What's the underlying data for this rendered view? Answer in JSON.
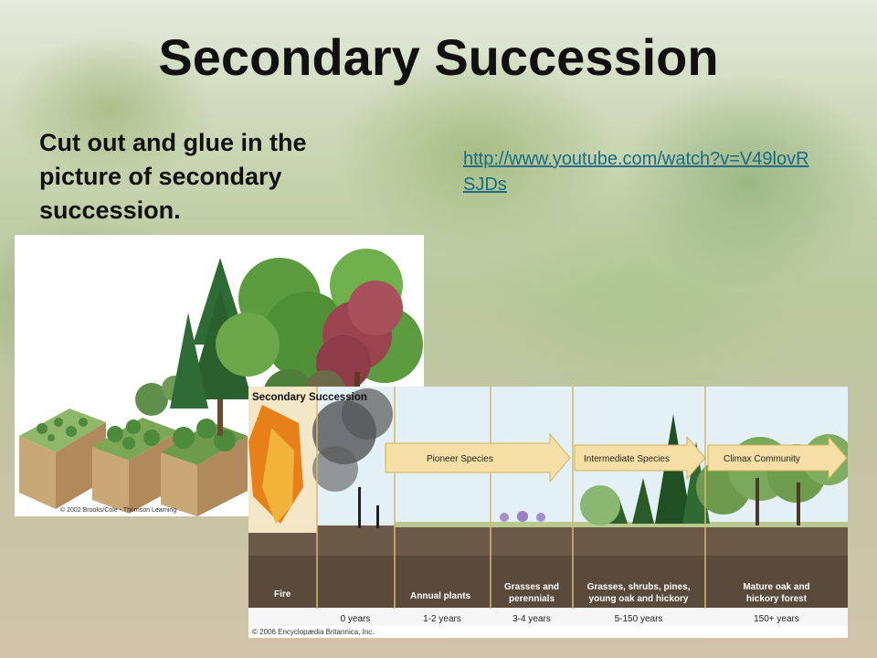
{
  "slide": {
    "title": "Secondary Succession",
    "instruction": "Cut out and glue in the picture of secondary succession.",
    "link": "http://www.youtube.com/watch?v=V49lovRSJDs"
  },
  "illustration_left": {
    "credit": "© 2002 Brooks/Cole - Thomson Learning"
  },
  "diagram": {
    "heading": "Secondary Succession",
    "arrows": [
      "Pioneer Species",
      "Intermediate Species",
      "Climax Community"
    ],
    "stages": [
      "Fire",
      "Annual plants",
      "Grasses and perennials",
      "Grasses, shrubs, pines, young oak and hickory",
      "Mature oak and hickory forest"
    ],
    "years": [
      "0 years",
      "1-2 years",
      "3-4 years",
      "5-150 years",
      "150+ years"
    ],
    "credit": "© 2006 Encyclopædia Britannica, Inc."
  }
}
